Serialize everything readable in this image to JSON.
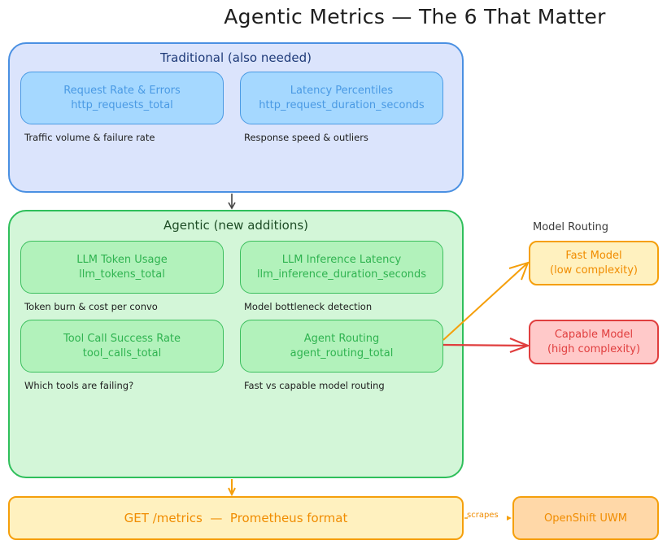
{
  "title": "Agentic Metrics — The 6 That Matter",
  "traditional": {
    "label": "Traditional (also needed)",
    "cards": [
      {
        "name": "Request Rate & Errors",
        "metric": "http_requests_total",
        "description": "Traffic volume & failure rate"
      },
      {
        "name": "Latency Percentiles",
        "metric": "http_request_duration_seconds",
        "description": "Response speed & outliers"
      }
    ]
  },
  "agentic": {
    "label": "Agentic (new additions)",
    "cards": [
      {
        "name": "LLM Token Usage",
        "metric": "llm_tokens_total",
        "description": "Token burn & cost per convo"
      },
      {
        "name": "LLM Inference Latency",
        "metric": "llm_inference_duration_seconds",
        "description": "Model bottleneck detection"
      },
      {
        "name": "Tool Call Success Rate",
        "metric": "tool_calls_total",
        "description": "Which tools are failing?"
      },
      {
        "name": "Agent Routing",
        "metric": "agent_routing_total",
        "description": "Fast vs capable model routing"
      }
    ]
  },
  "model_routing": {
    "label": "Model Routing",
    "fast": {
      "name": "Fast Model",
      "detail": "(low complexity)"
    },
    "capable": {
      "name": "Capable Model",
      "detail": "(high complexity)"
    }
  },
  "endpoint": {
    "label": "GET /metrics  —  Prometheus format",
    "edge_label": "scrapes",
    "target": "OpenShift UWM"
  },
  "colors": {
    "traditional": "#4a90e2",
    "agentic": "#2fbf5b",
    "fast": "#f59f0b",
    "capable": "#e03e3e",
    "endpoint": "#f59f0b"
  }
}
